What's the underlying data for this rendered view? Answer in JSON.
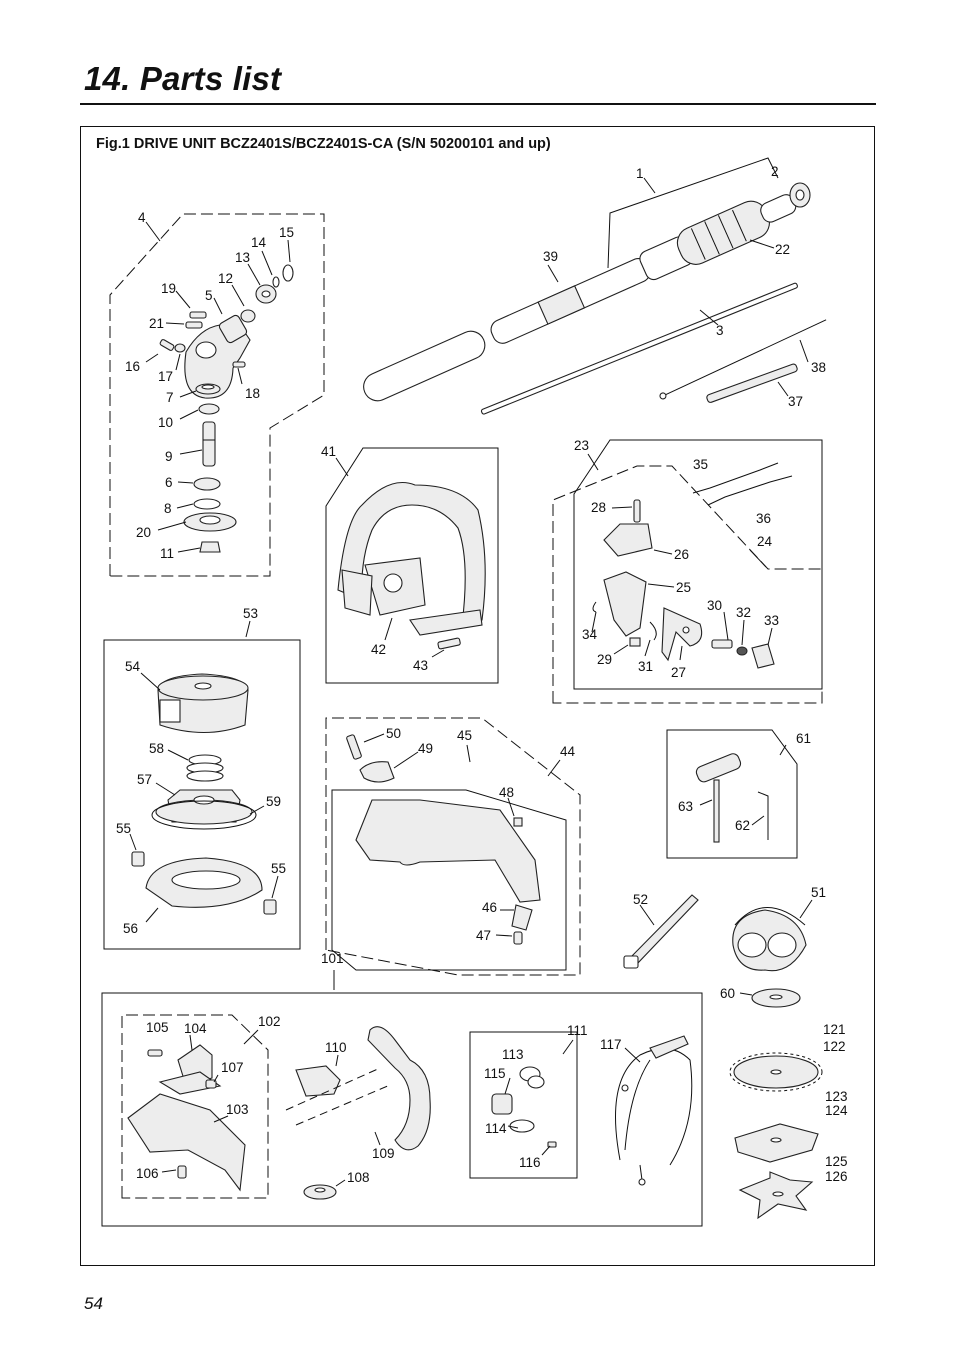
{
  "header": {
    "title": "14. Parts list"
  },
  "figure": {
    "caption": "Fig.1 DRIVE UNIT  BCZ2401S/BCZ2401S-CA  (S/N 50200101 and up)"
  },
  "footer": {
    "page_number": "54"
  },
  "callouts": {
    "p1": "1",
    "p2": "2",
    "p3": "3",
    "p4": "4",
    "p5": "5",
    "p6": "6",
    "p7": "7",
    "p8": "8",
    "p9": "9",
    "p10": "10",
    "p11": "11",
    "p12": "12",
    "p13": "13",
    "p14": "14",
    "p15": "15",
    "p16": "16",
    "p17": "17",
    "p18": "18",
    "p19": "19",
    "p20": "20",
    "p21": "21",
    "p22": "22",
    "p23": "23",
    "p24": "24",
    "p25": "25",
    "p26": "26",
    "p27": "27",
    "p28": "28",
    "p29": "29",
    "p30": "30",
    "p31": "31",
    "p32": "32",
    "p33": "33",
    "p34": "34",
    "p35": "35",
    "p36": "36",
    "p37": "37",
    "p38": "38",
    "p39": "39",
    "p41": "41",
    "p42": "42",
    "p43": "43",
    "p44": "44",
    "p45": "45",
    "p46": "46",
    "p47": "47",
    "p48": "48",
    "p49": "49",
    "p50": "50",
    "p51": "51",
    "p52": "52",
    "p53": "53",
    "p54": "54",
    "p55a": "55",
    "p55b": "55",
    "p56": "56",
    "p57": "57",
    "p58": "58",
    "p59": "59",
    "p60": "60",
    "p61": "61",
    "p62": "62",
    "p63": "63",
    "p101": "101",
    "p102": "102",
    "p103": "103",
    "p104": "104",
    "p105": "105",
    "p106": "106",
    "p107": "107",
    "p108": "108",
    "p109": "109",
    "p110": "110",
    "p111": "111",
    "p113": "113",
    "p114": "114",
    "p115": "115",
    "p116": "116",
    "p117": "117",
    "p121": "121",
    "p122": "122",
    "p123": "123",
    "p124": "124",
    "p125": "125",
    "p126": "126"
  }
}
